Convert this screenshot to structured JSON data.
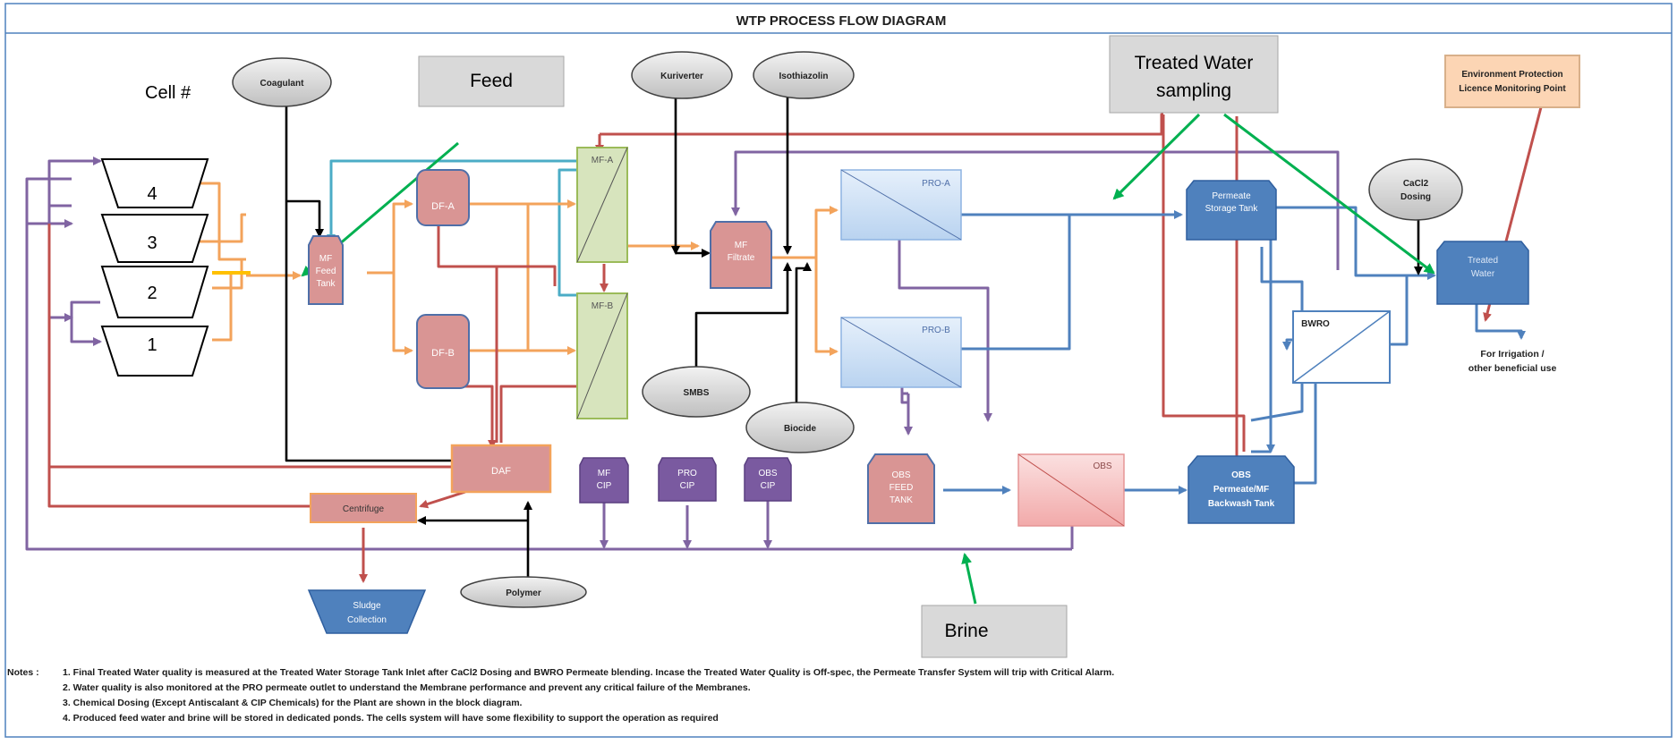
{
  "title": "WTP PROCESS FLOW DIAGRAM",
  "cell_label": "Cell #",
  "cells": [
    "4",
    "3",
    "2",
    "1"
  ],
  "chemicals": {
    "coagulant": "Coagulant",
    "kuriverter": "Kuriverter",
    "isothiazolin": "Isothiazolin",
    "smbs": "SMBS",
    "biocide": "Biocide",
    "polymer": "Polymer",
    "cacl2_line1": "CaCl2",
    "cacl2_line2": "Dosing"
  },
  "units": {
    "mf_feed_tank": [
      "MF",
      "Feed",
      "Tank"
    ],
    "df_a": "DF-A",
    "df_b": "DF-B",
    "mf_a": "MF-A",
    "mf_b": "MF-B",
    "mf_filtrate": [
      "MF",
      "Filtrate"
    ],
    "pro_a": "PRO-A",
    "pro_b": "PRO-B",
    "daf": "DAF",
    "centrifuge": "Centrifuge",
    "mf_cip": [
      "MF",
      "CIP"
    ],
    "pro_cip": [
      "PRO",
      "CIP"
    ],
    "obs_cip": [
      "OBS",
      "CIP"
    ],
    "obs_feed_tank": [
      "OBS",
      "FEED",
      "TANK"
    ],
    "obs": "OBS",
    "obs_permeate_tank": [
      "OBS",
      "Permeate/MF",
      "Backwash Tank"
    ],
    "permeate_storage_tank": [
      "Permeate",
      "Storage Tank"
    ],
    "bwro": "BWRO",
    "treated_water": [
      "Treated",
      "Water"
    ],
    "sludge_collection": [
      "Sludge",
      "Collection"
    ],
    "irrigation": [
      "For  Irrigation /",
      "other beneficial use"
    ],
    "epl_point": [
      "Environment Protection",
      "Licence Monitoring Point"
    ]
  },
  "callouts": {
    "feed": "Feed",
    "treated_sampling": [
      "Treated Water",
      "sampling"
    ],
    "brine": "Brine"
  },
  "notes": {
    "label": "Notes :",
    "items": [
      "1. Final Treated Water quality is measured at the Treated Water Storage Tank Inlet after CaCl2 Dosing and BWRO Permeate blending. Incase the Treated Water Quality is Off-spec, the Permeate Transfer System will trip with Critical Alarm.",
      "2. Water quality is also monitored at the PRO permeate outlet to understand the Membrane performance and prevent any critical failure of the Membranes.",
      "3. Chemical Dosing (Except Antiscalant & CIP Chemicals) for the Plant are shown in the block diagram.",
      "4. Produced feed water and brine will be stored in dedicated ponds. The cells system will have some flexibility to support the operation as required"
    ]
  },
  "colors": {
    "orange_line": "#f3a35b",
    "red_line": "#c0504d",
    "blue_line": "#4f81bd",
    "purple_line": "#8064a2",
    "teal_line": "#4bacc6",
    "black_line": "#000000",
    "green_callout": "#00b050",
    "salmon_fill": "#d99594",
    "olive_fill": "#d7e4bd",
    "blue_fill": "#4f81bd",
    "purple_fill": "#7a5aa0",
    "yellow_mark": "#ffc000"
  }
}
